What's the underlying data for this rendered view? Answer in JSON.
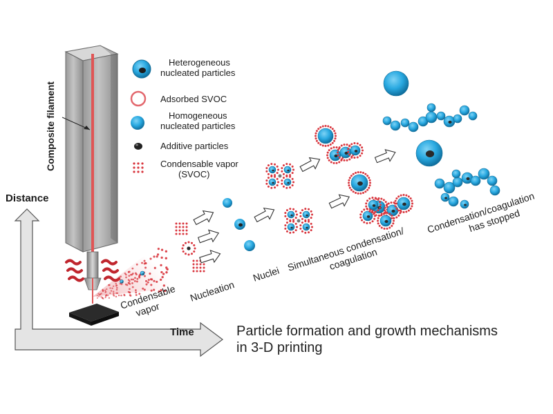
{
  "filament_label": "Composite filament",
  "axes": {
    "y_label": "Distance",
    "x_label": "Time"
  },
  "legend": [
    {
      "key": "heterogeneous",
      "lines": [
        "Heterogeneous",
        "nucleated particles"
      ]
    },
    {
      "key": "adsorbed",
      "lines": [
        "Adsorbed SVOC"
      ]
    },
    {
      "key": "homogeneous",
      "lines": [
        "Homogeneous",
        "nucleated particles"
      ]
    },
    {
      "key": "additive",
      "lines": [
        "Additive particles"
      ]
    },
    {
      "key": "vapor",
      "lines": [
        "Condensable vapor",
        "(SVOC)"
      ]
    }
  ],
  "stages": {
    "condensable_vapor": [
      "Condensable",
      "vapor"
    ],
    "nucleation": "Nucleation",
    "nuclei": "Nuclei",
    "simultaneous": [
      "Simultaneous condensation/",
      "coagulation"
    ],
    "stopped": [
      "Condensation/coagulation",
      "has stopped"
    ]
  },
  "caption": [
    "Particle formation and growth mechanisms",
    "in 3-D printing"
  ],
  "colors": {
    "particle_blue": "#29a9e1",
    "particle_dark": "#2a2a2a",
    "vapor_red": "#d9363e",
    "filament_red": "#e05555",
    "arrow_gray": "#e2e2e2"
  }
}
